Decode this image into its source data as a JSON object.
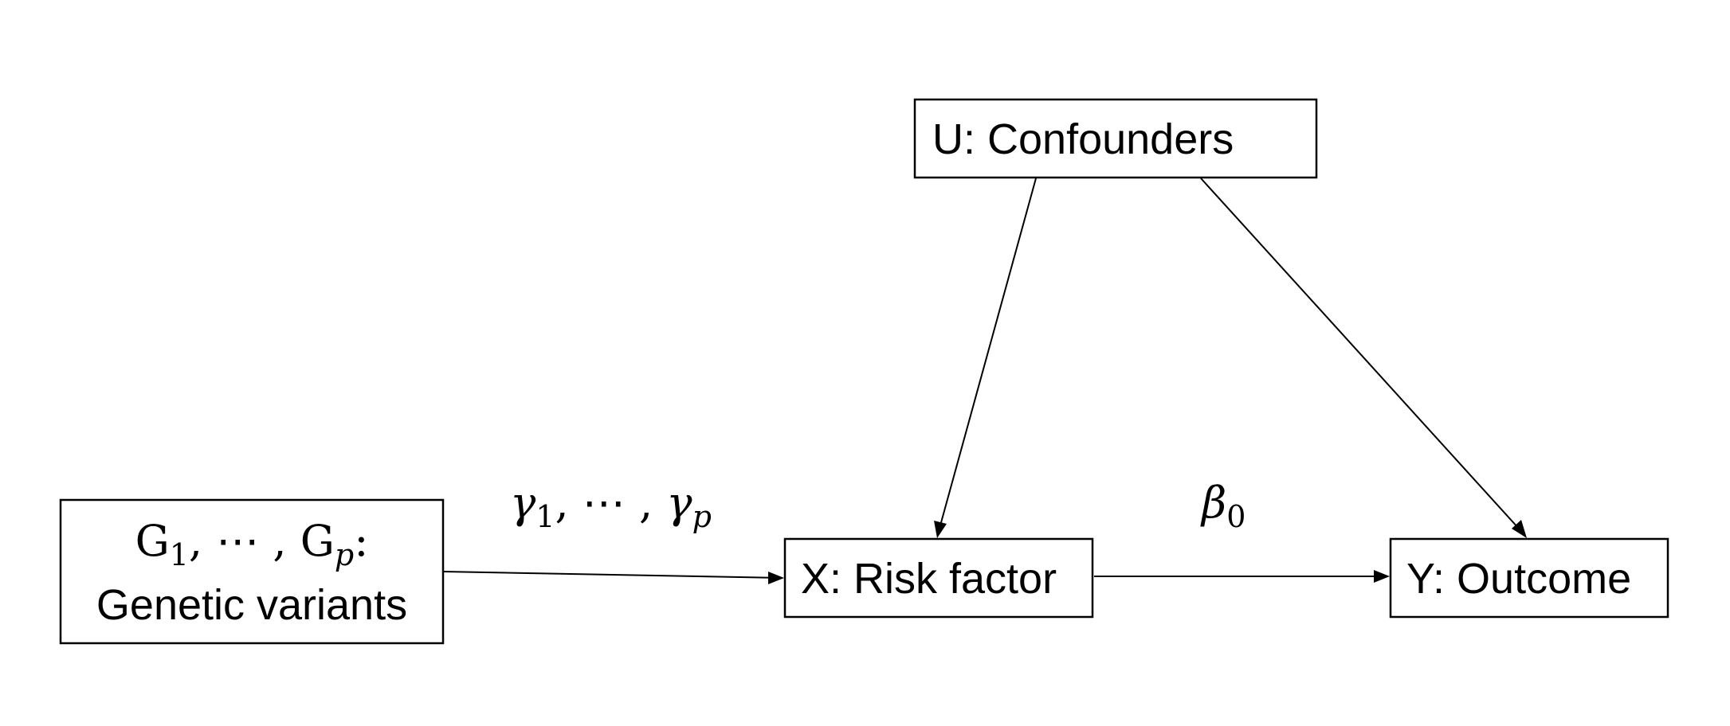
{
  "nodes": {
    "genetic_variants": {
      "math_base_1": "G",
      "math_sub_1": "1",
      "math_sep": ", ⋯ , ",
      "math_base_2": "G",
      "math_sub_2": "p",
      "math_suffix": ":",
      "label": "Genetic variants"
    },
    "risk_factor": {
      "label": "X: Risk factor"
    },
    "outcome": {
      "label": "Y: Outcome"
    },
    "confounders": {
      "label": "U: Confounders"
    }
  },
  "edges": {
    "gv_to_x": {
      "label_sym_1": "γ",
      "label_sub_1": "1",
      "label_sep": ", ⋯ , ",
      "label_sym_2": "γ",
      "label_sub_2": "p"
    },
    "x_to_y": {
      "label_sym": "β",
      "label_sub": "0"
    },
    "u_to_x": {},
    "u_to_y": {}
  },
  "colors": {
    "stroke": "#000000",
    "background": "#ffffff"
  }
}
